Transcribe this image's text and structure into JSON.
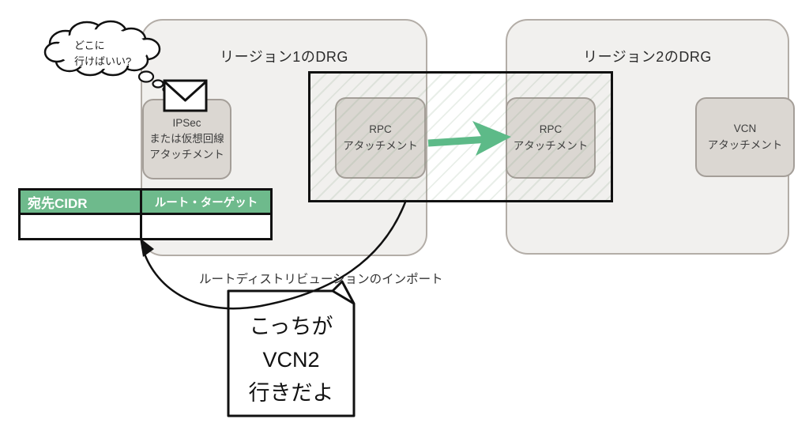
{
  "diagram_title": "DRG route distribution diagram",
  "thought_bubble": {
    "text": "どこに\n行けばいい?"
  },
  "regions": {
    "region1": {
      "title": "リージョン1のDRG"
    },
    "region2": {
      "title": "リージョン2のDRG"
    }
  },
  "attachments": {
    "ipsec": {
      "label": "IPSec\nまたは仮想回線\nアタッチメント"
    },
    "rpc1": {
      "label": "RPC\nアタッチメント"
    },
    "rpc2": {
      "label": "RPC\nアタッチメント"
    },
    "vcn": {
      "label": "VCN\nアタッチメント"
    }
  },
  "route_table": {
    "headers": [
      "宛先CIDR",
      "ルート・ターゲット"
    ],
    "rows": [
      [
        "",
        ""
      ]
    ]
  },
  "labels": {
    "import_label": "ルートディストリビューションのインポート"
  },
  "note": {
    "text": "こっちが\nVCN2\n行きだよ"
  },
  "icons": {
    "thought_cloud": "thought-cloud-icon",
    "envelope": "envelope-icon",
    "green_arrow": "transfer-arrow-icon",
    "curved_arrow": "import-arrow-icon",
    "note_paper": "note-paper-icon"
  },
  "colors": {
    "table_header_green": "#6eba8c",
    "arrow_green": "#5dba88",
    "region_fill": "#f1f0ee",
    "region_border": "#b3ada7",
    "box_fill": "#dbd7d2",
    "box_border": "#a49e98",
    "line_black": "#111111"
  }
}
